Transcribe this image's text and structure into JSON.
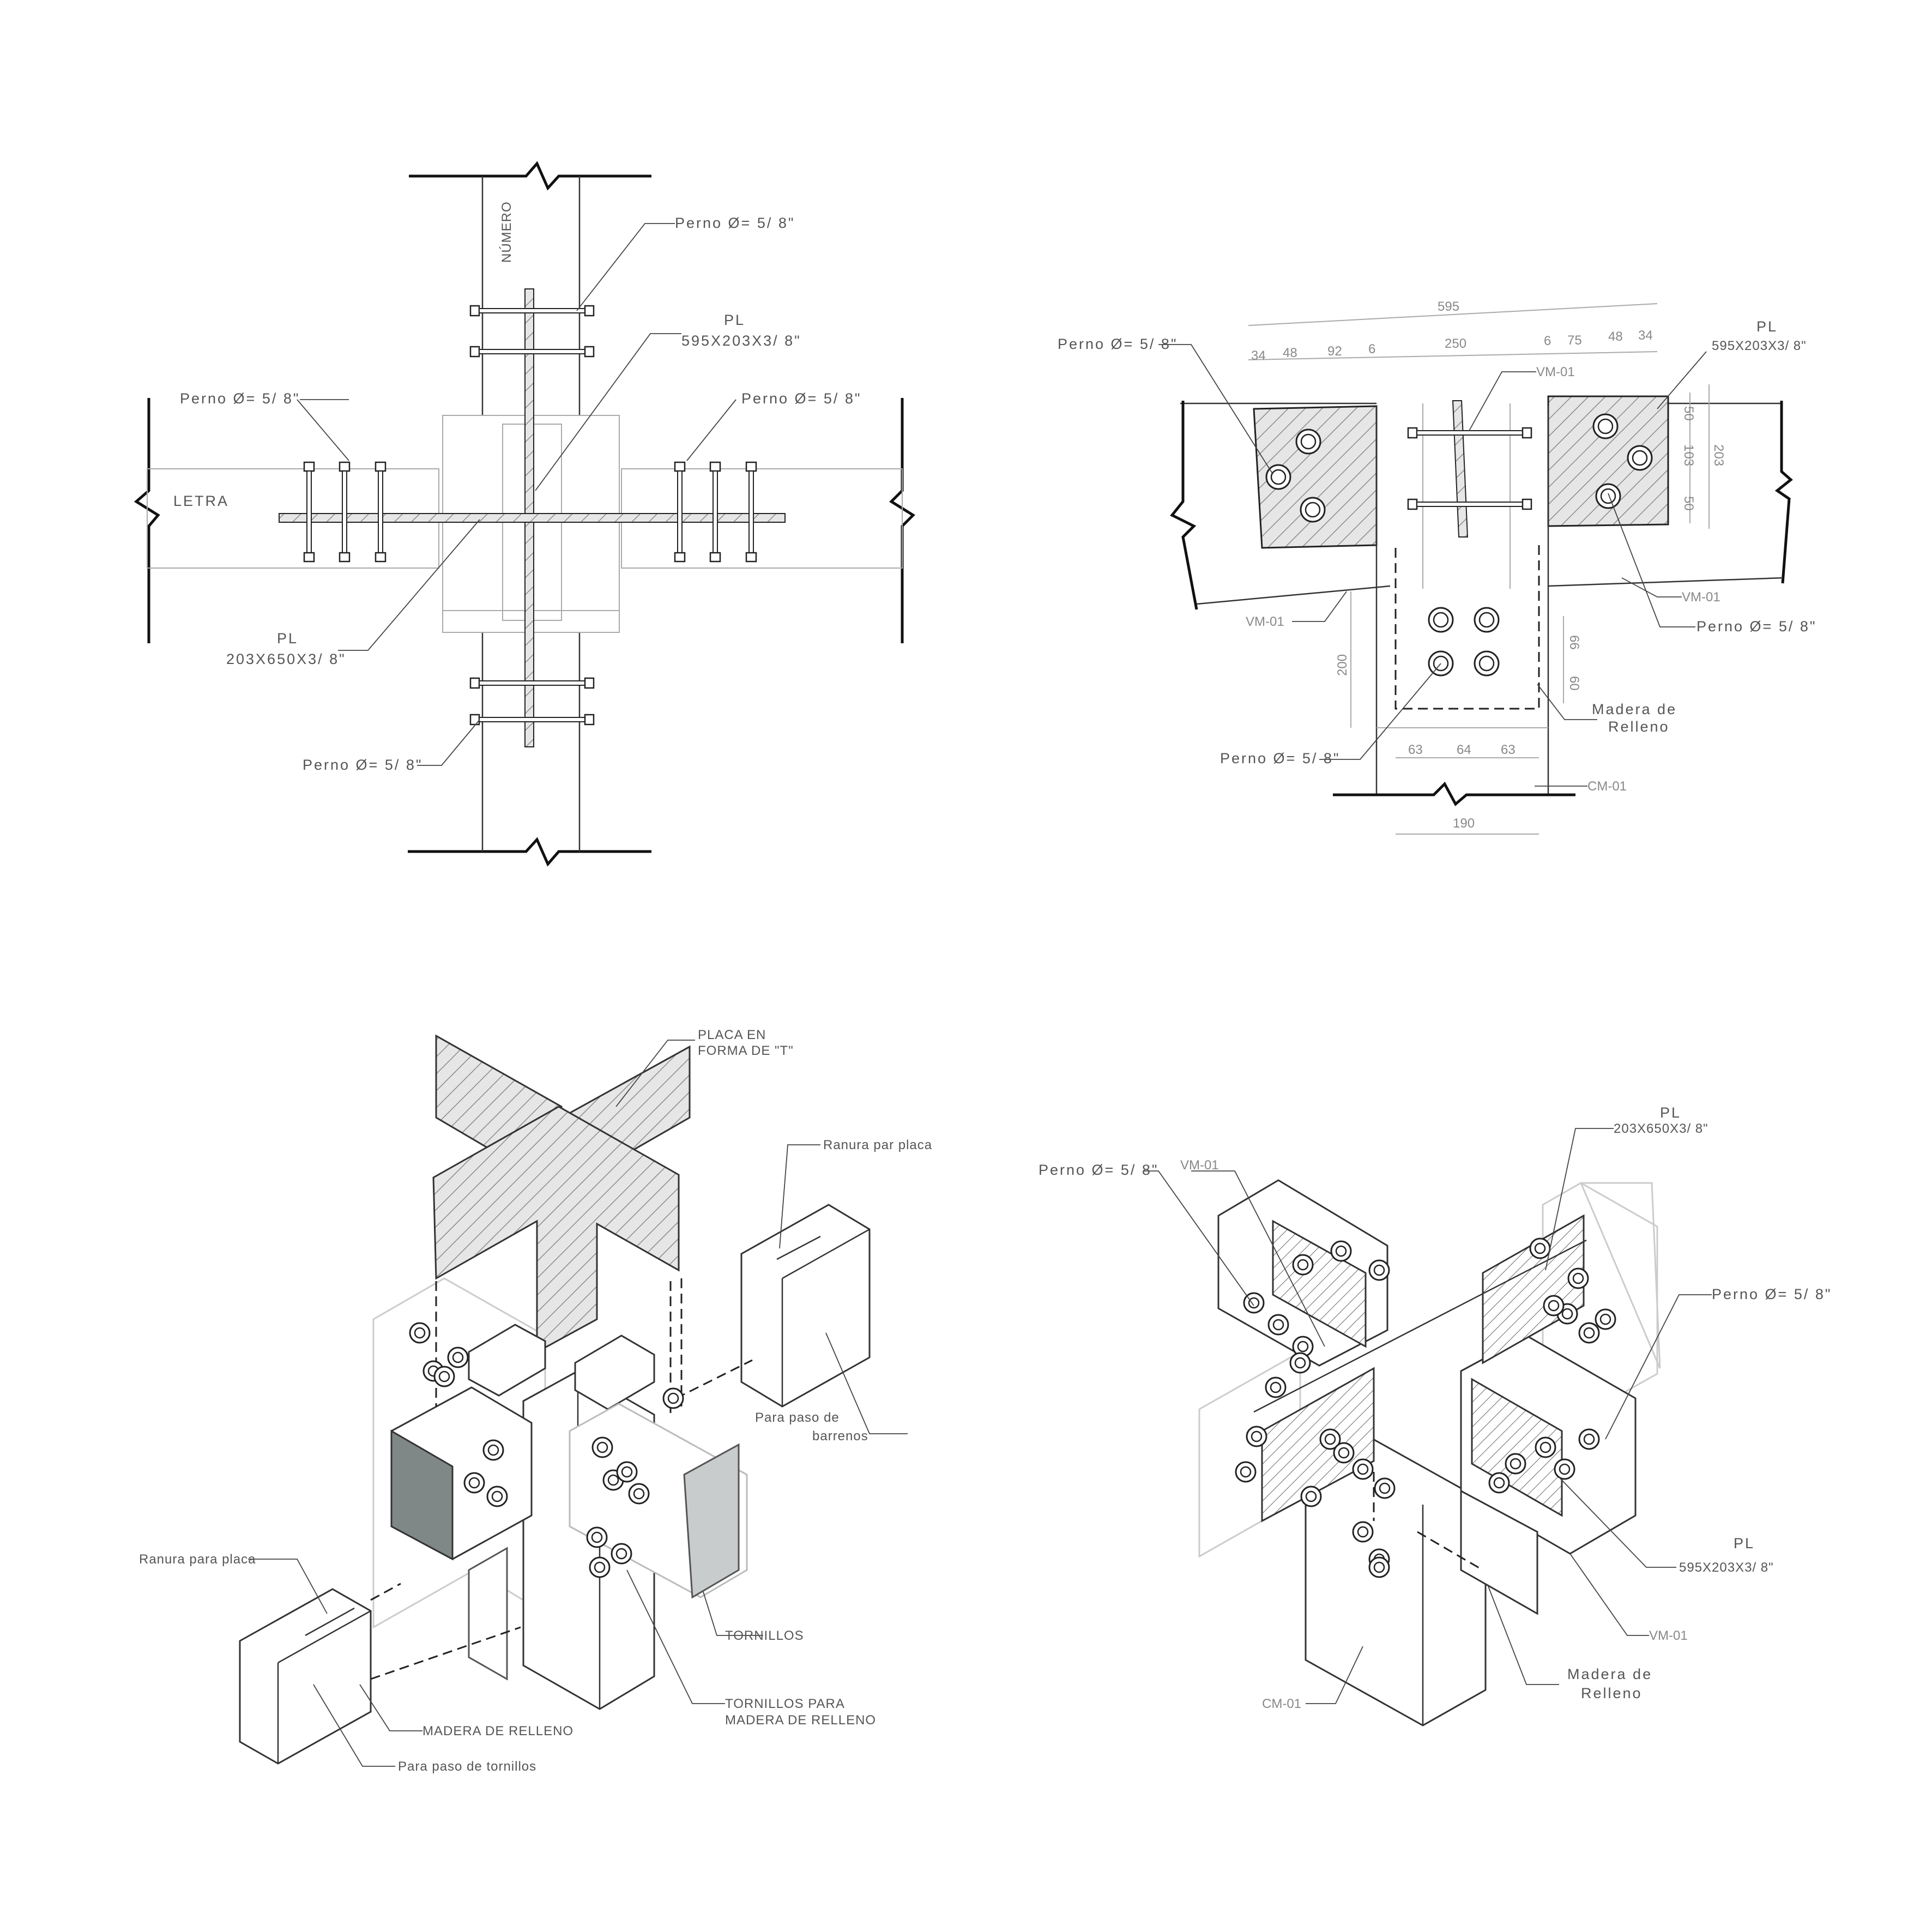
{
  "labels": {
    "numero": "NÚMERO",
    "letra": "LETRA",
    "perno": "Perno Ø= 5/ 8\"",
    "pl": "PL",
    "pl_595": "595X203X3/ 8\"",
    "pl_203": "203X650X3/ 8\"",
    "vm01": "VM-01",
    "cm01": "CM-01",
    "madera_de": "Madera de",
    "relleno": "Relleno",
    "placa_en": "PLACA EN",
    "forma_t": "FORMA DE \"T\"",
    "ranura_par": "Ranura par placa",
    "ranura_para": "Ranura para placa",
    "para_paso_de": "Para paso de",
    "barrenos": "barrenos",
    "tornillos": "TORNILLOS",
    "tornillos_para": "TORNILLOS PARA",
    "madera_de_relleno_caps": "MADERA DE RELLENO",
    "madera_de_relleno_2": "MADERA DE RELLENO",
    "para_paso_tornillos": "Para paso de tornillos"
  },
  "dimensions": {
    "d595": "595",
    "d34a": "34",
    "d48a": "48",
    "d92": "92",
    "d6a": "6",
    "d250": "250",
    "d6b": "6",
    "d75": "75",
    "d48b": "48",
    "d34b": "34",
    "d50a": "50",
    "d103": "103",
    "d50b": "50",
    "d203": "203",
    "d200": "200",
    "d66": "66",
    "d60": "60",
    "d63a": "63",
    "d64": "64",
    "d63b": "63",
    "d190": "190"
  },
  "colors": {
    "line": "#333333",
    "hatch": "#777777",
    "dark_block": "#7f8787",
    "light_block": "#c8cccc"
  }
}
